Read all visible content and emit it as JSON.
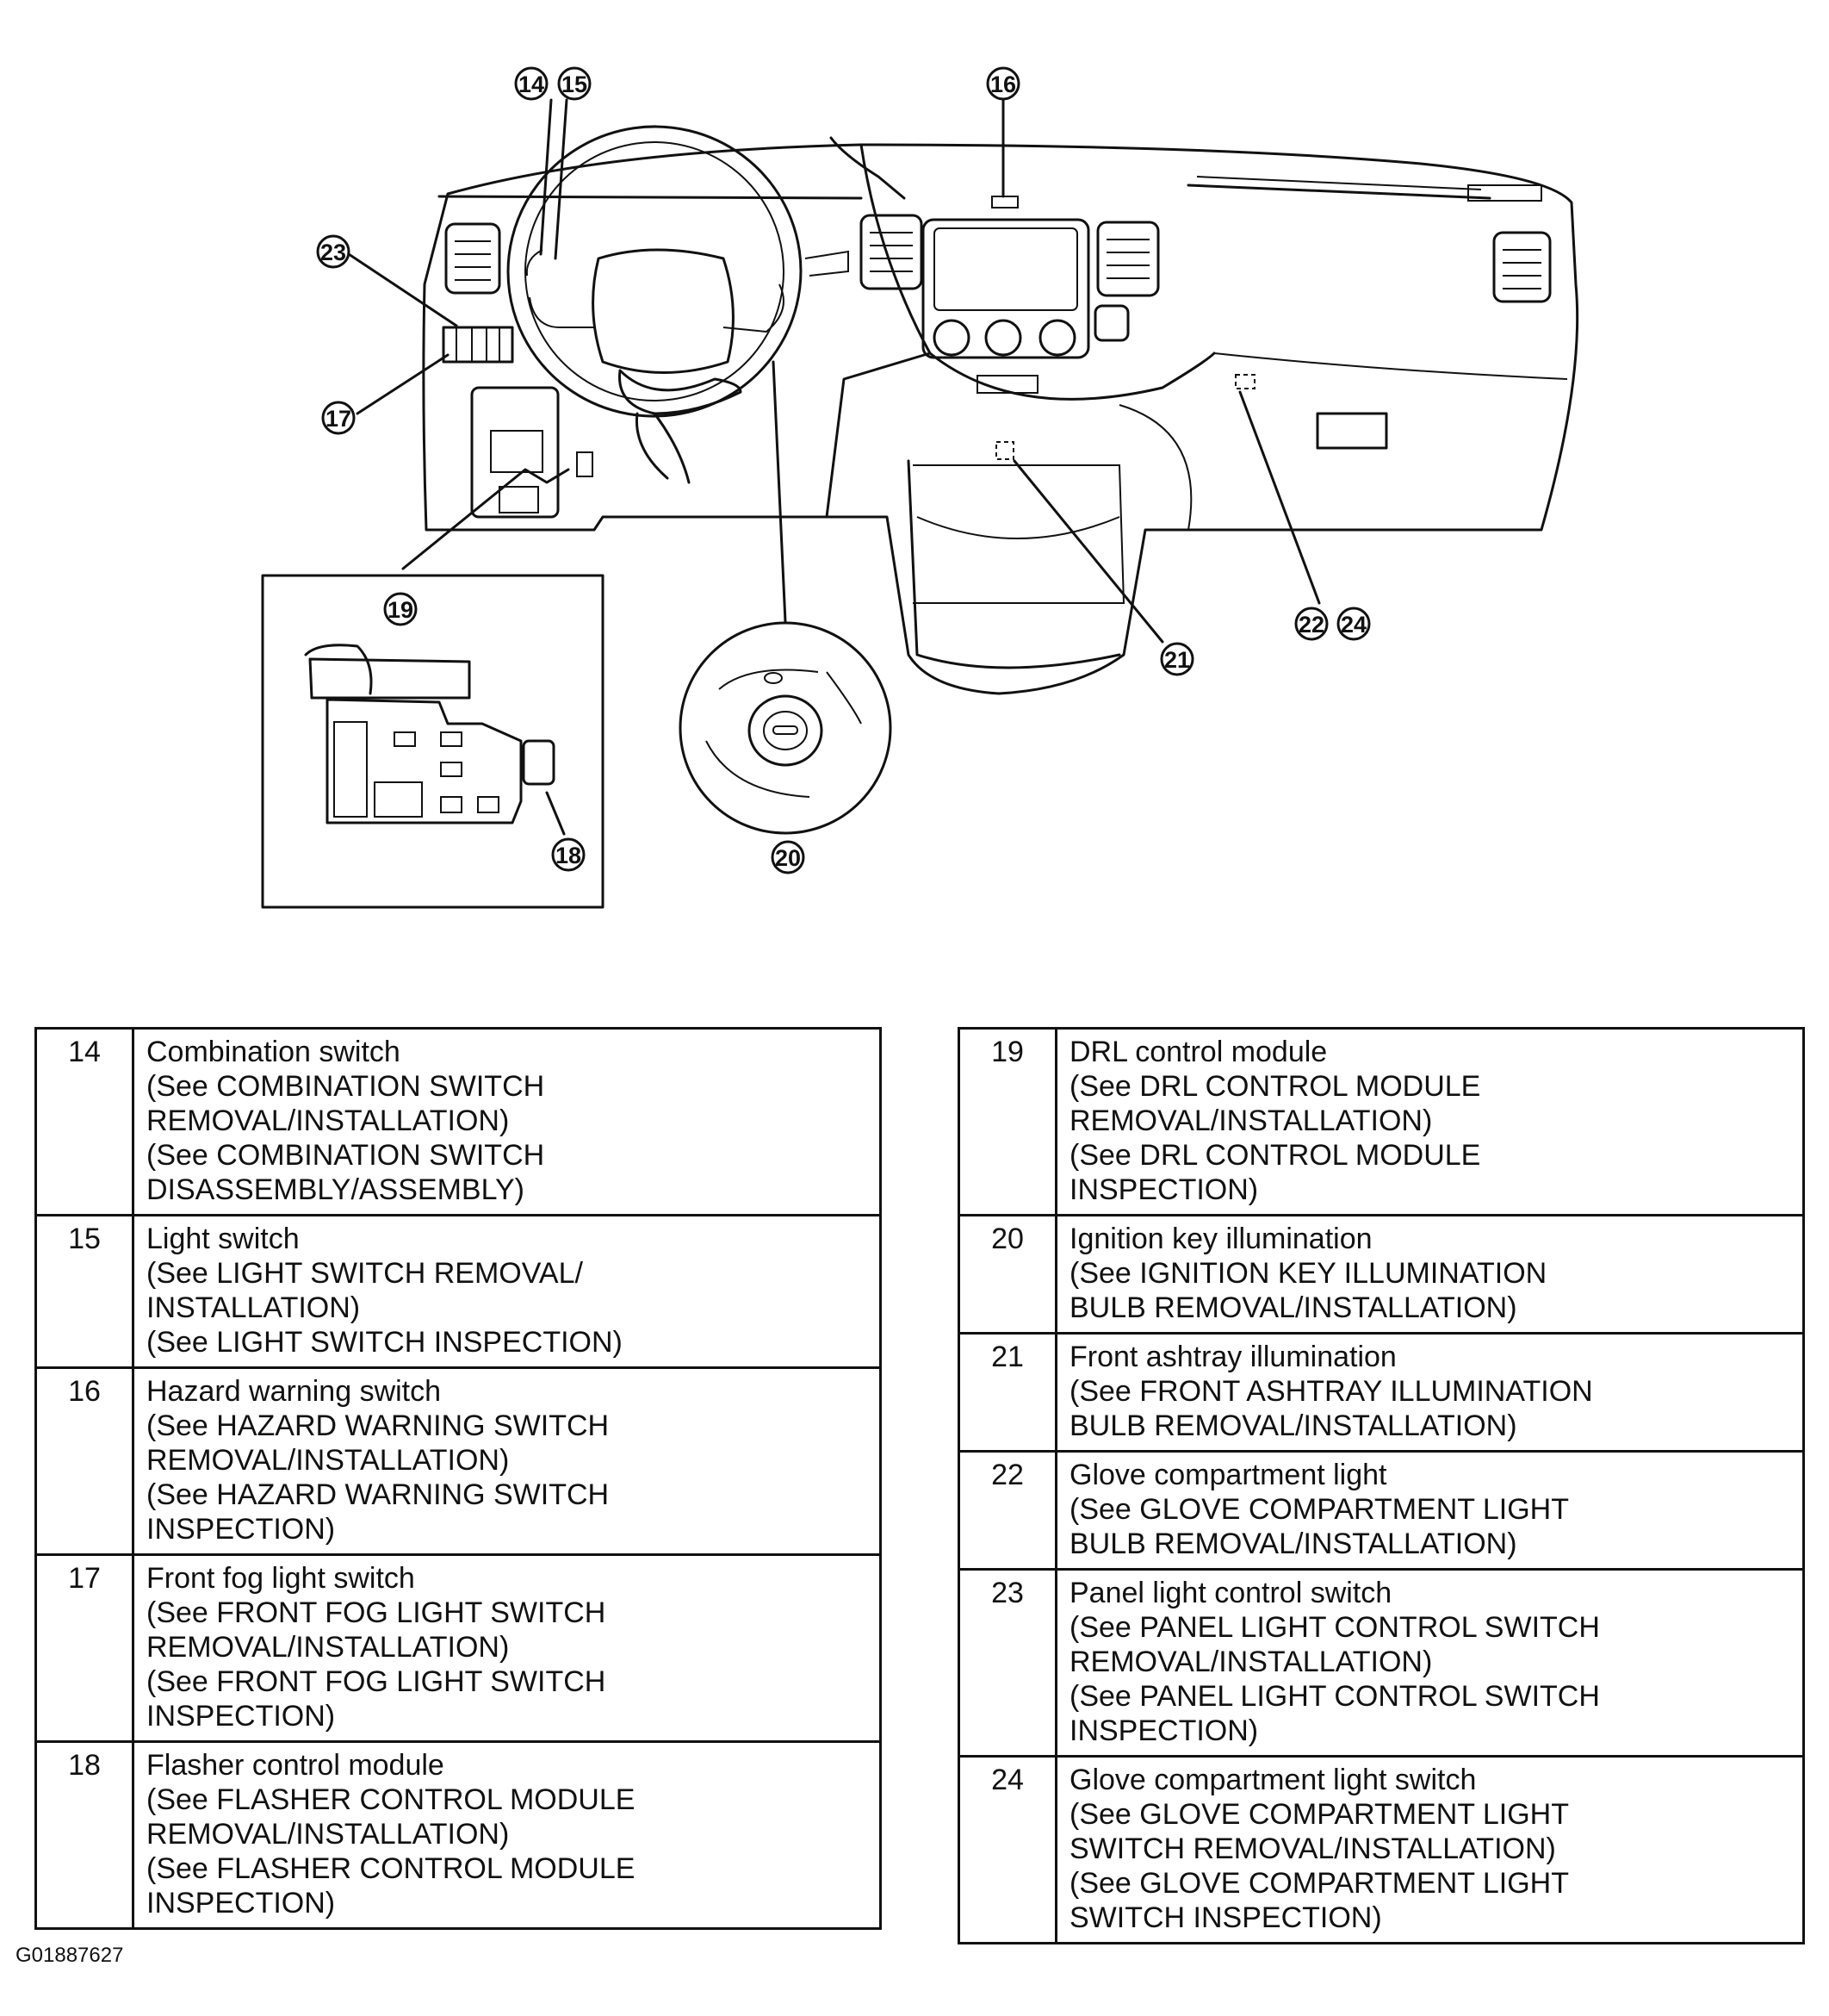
{
  "callouts": [
    "14",
    "15",
    "16",
    "17",
    "18",
    "19",
    "20",
    "21",
    "22",
    "23",
    "24"
  ],
  "legend_left": [
    {
      "num": "14",
      "lines": [
        "Combination switch",
        "(See COMBINATION SWITCH",
        "REMOVAL/INSTALLATION)",
        "(See COMBINATION SWITCH",
        "DISASSEMBLY/ASSEMBLY)"
      ]
    },
    {
      "num": "15",
      "lines": [
        "Light switch",
        "(See LIGHT SWITCH REMOVAL/",
        "INSTALLATION)",
        "(See LIGHT SWITCH INSPECTION)"
      ]
    },
    {
      "num": "16",
      "lines": [
        "Hazard warning switch",
        "(See HAZARD WARNING SWITCH",
        "REMOVAL/INSTALLATION)",
        "(See HAZARD WARNING SWITCH",
        "INSPECTION)"
      ]
    },
    {
      "num": "17",
      "lines": [
        "Front fog light switch",
        "(See FRONT FOG LIGHT SWITCH",
        "REMOVAL/INSTALLATION)",
        "(See FRONT FOG LIGHT SWITCH",
        "INSPECTION)"
      ]
    },
    {
      "num": "18",
      "lines": [
        "Flasher control module",
        "(See FLASHER CONTROL MODULE",
        "REMOVAL/INSTALLATION)",
        "(See FLASHER CONTROL MODULE",
        "INSPECTION)"
      ]
    }
  ],
  "legend_right": [
    {
      "num": "19",
      "lines": [
        "DRL control module",
        "(See DRL CONTROL MODULE",
        "REMOVAL/INSTALLATION)",
        "(See DRL CONTROL MODULE",
        "INSPECTION)"
      ]
    },
    {
      "num": "20",
      "lines": [
        "Ignition key illumination",
        "(See IGNITION KEY ILLUMINATION",
        "BULB REMOVAL/INSTALLATION)"
      ]
    },
    {
      "num": "21",
      "lines": [
        "Front ashtray illumination",
        "(See FRONT ASHTRAY ILLUMINATION",
        "BULB REMOVAL/INSTALLATION)"
      ]
    },
    {
      "num": "22",
      "lines": [
        "Glove compartment light",
        "(See GLOVE COMPARTMENT LIGHT",
        "BULB REMOVAL/INSTALLATION)"
      ]
    },
    {
      "num": "23",
      "lines": [
        "Panel light control switch",
        "(See PANEL LIGHT CONTROL SWITCH",
        "REMOVAL/INSTALLATION)",
        "(See PANEL LIGHT CONTROL SWITCH",
        "INSPECTION)"
      ]
    },
    {
      "num": "24",
      "lines": [
        "Glove compartment light switch",
        "(See GLOVE COMPARTMENT LIGHT",
        "SWITCH REMOVAL/INSTALLATION)",
        "(See GLOVE COMPARTMENT LIGHT",
        "SWITCH INSPECTION)"
      ]
    }
  ],
  "figure_id": "G01887627"
}
